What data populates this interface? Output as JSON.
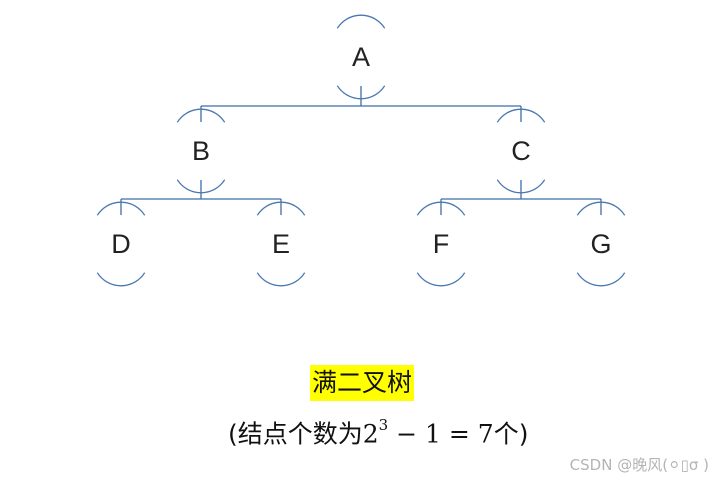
{
  "nodes": {
    "a": "A",
    "b": "B",
    "c": "C",
    "d": "D",
    "e": "E",
    "f": "F",
    "g": "G"
  },
  "caption": {
    "title": "满二叉树",
    "formula": {
      "open": "(结点个数为",
      "base": "2",
      "exponent": "3",
      "rest": " − 1 = 7",
      "close": "个)"
    },
    "title_highlight_color": "#ffff00"
  },
  "watermark": "CSDN @晚风(⚪▯σ )",
  "colors": {
    "line": "#3d6ea8",
    "circle": "#4a78b0"
  }
}
